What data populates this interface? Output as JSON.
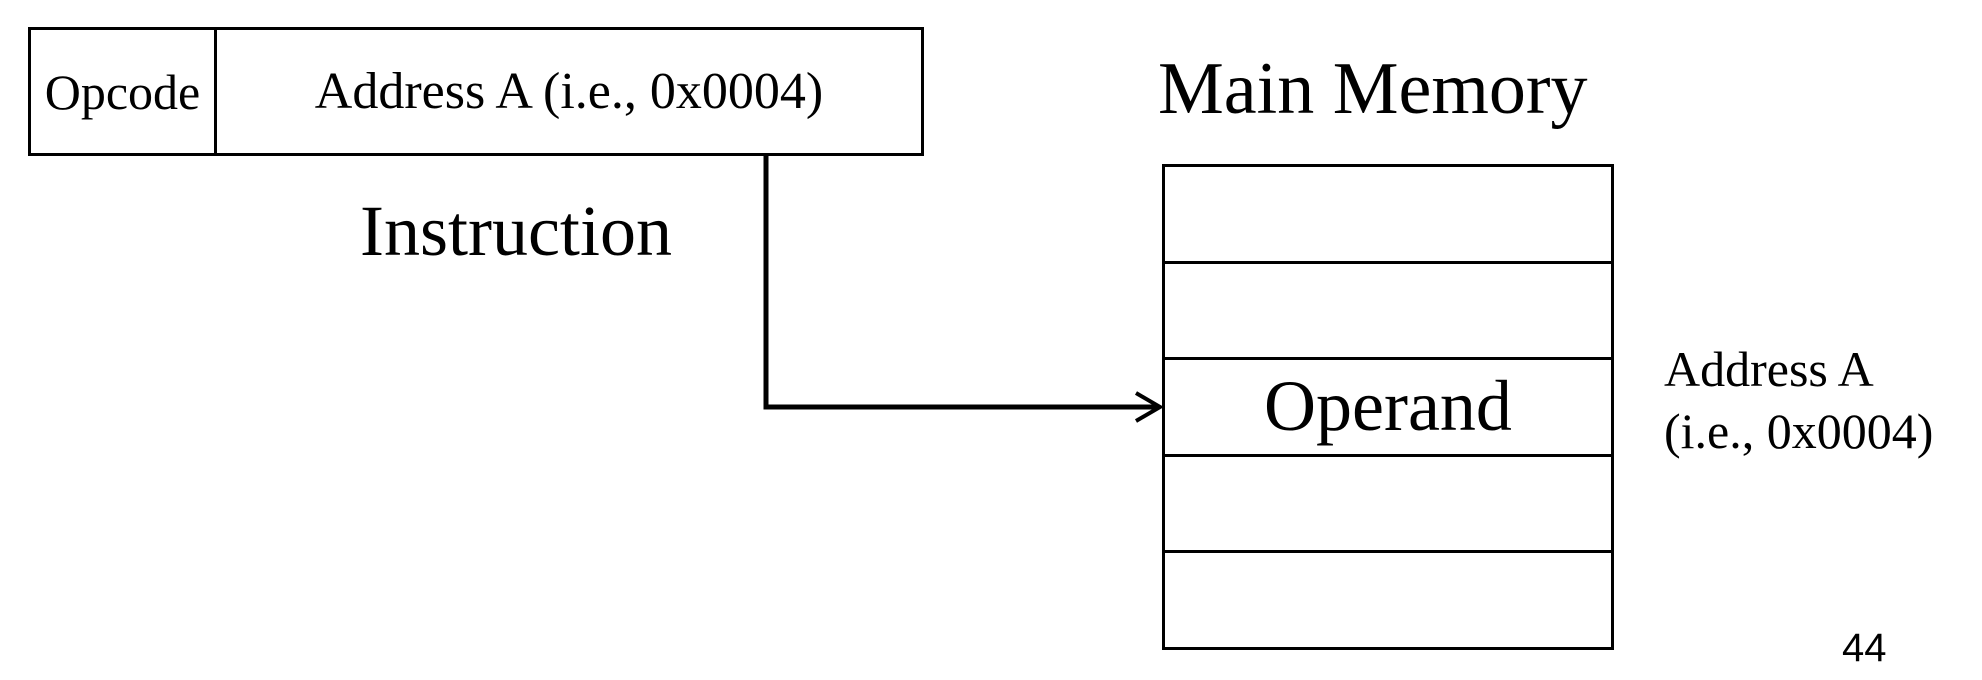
{
  "instruction": {
    "opcode_label": "Opcode",
    "address_label": "Address A (i.e., 0x0004)",
    "caption": "Instruction"
  },
  "memory": {
    "title": "Main Memory",
    "cells": [
      "",
      "",
      "Operand",
      "",
      ""
    ],
    "address_label_line1": "Address A",
    "address_label_line2": "(i.e., 0x0004)"
  },
  "page_number": "44"
}
